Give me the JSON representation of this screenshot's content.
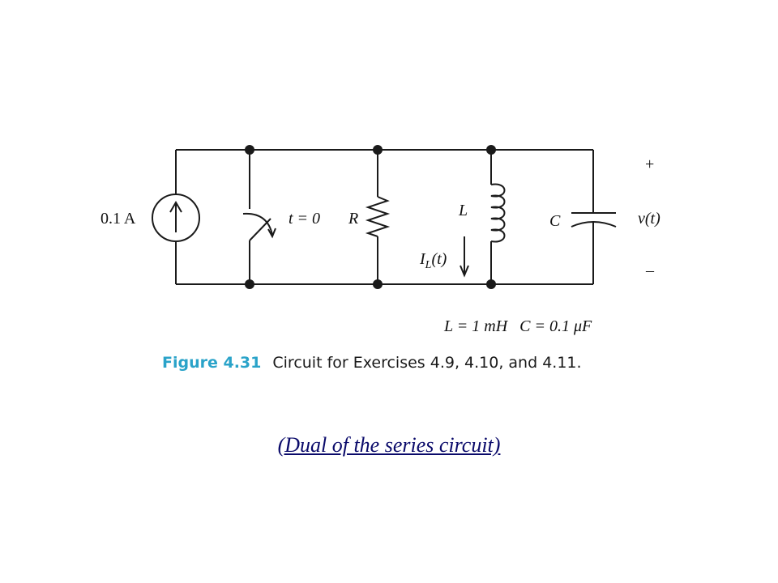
{
  "circuit": {
    "source_label": "0.1 A",
    "switch_label": "t = 0",
    "resistor_label": "R",
    "inductor_label": "L",
    "current_label": "I",
    "current_subscript": "L",
    "current_suffix": "(t)",
    "capacitor_label": "C",
    "plus": "+",
    "voltage_label": "v(t)",
    "minus": "–",
    "values": "L = 1 mH   C = 0.1 μF"
  },
  "caption": {
    "number": "Figure 4.31",
    "text": "Circuit for Exercises 4.9, 4.10, and 4.11."
  },
  "note": "(Dual of the series circuit)"
}
